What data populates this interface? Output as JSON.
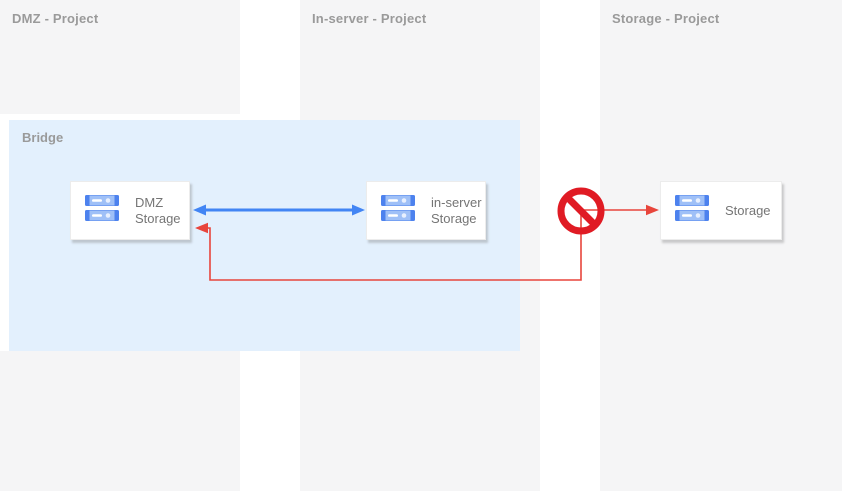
{
  "lanes": [
    {
      "id": "dmz",
      "label": "DMZ - Project"
    },
    {
      "id": "in-server",
      "label": "In-server - Project"
    },
    {
      "id": "storage",
      "label": "Storage - Project"
    }
  ],
  "bridge": {
    "label": "Bridge"
  },
  "nodes": {
    "dmz_storage": {
      "line1": "DMZ",
      "line2": "Storage",
      "lane": "DMZ - Project",
      "zone": "Bridge"
    },
    "in_server_storage": {
      "line1": "in-server",
      "line2": "Storage",
      "lane": "In-server - Project",
      "zone": "Bridge"
    },
    "storage": {
      "line1": "Storage",
      "line2": "",
      "lane": "Storage - Project"
    }
  },
  "connections": {
    "dmz_to_inserver": {
      "from": "DMZ Storage",
      "to": "in-server Storage",
      "type": "bidirectional",
      "status": "allowed"
    },
    "dmz_to_storage": {
      "from": "DMZ Storage",
      "to": "Storage",
      "type": "arrow",
      "status": "blocked",
      "sign": "no-entry"
    }
  },
  "colors": {
    "lane_bg": "#f5f5f6",
    "bridge_bg": "#e3f0fd",
    "lane_title_text": "#9a9a9a",
    "node_text": "#757575",
    "card_bg": "#ffffff",
    "blue_arrow": "#4285f4",
    "red_line": "#e8453c",
    "no_entry_red": "#e01b24",
    "icon_dark_blue": "#4d82ee",
    "icon_light_blue": "#9fc0f7"
  }
}
